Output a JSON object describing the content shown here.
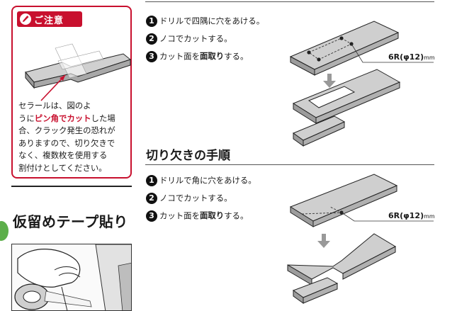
{
  "caution": {
    "title": "ご注意",
    "text_1": "セラールは、図のよ",
    "text_2a": "うに",
    "text_2b": "ピン角でカット",
    "text_2c": "した場",
    "text_3": "合、クラック発生の恐れが",
    "text_4": "ありますので、切り欠きで",
    "text_5": "なく、複数枚を使用する",
    "text_6": "割付けとしてください。"
  },
  "tape_section": {
    "heading": "仮留めテープ貼り"
  },
  "hole_section": {
    "steps": [
      {
        "num": "1",
        "text": "ドリルで四隅に穴をあける。"
      },
      {
        "num": "2",
        "text": "ノコでカットする。"
      },
      {
        "num": "3",
        "text_a": "カット面を",
        "text_b": "面取り",
        "text_c": "する。"
      }
    ],
    "dim_label": "6R",
    "dim_detail": "(φ12)",
    "dim_unit": "mm"
  },
  "notch_section": {
    "heading": "切り欠きの手順",
    "steps": [
      {
        "num": "1",
        "text": "ドリルで角に穴をあける。"
      },
      {
        "num": "2",
        "text": "ノコでカットする。"
      },
      {
        "num": "3",
        "text_a": "カット面を",
        "text_b": "面取り",
        "text_c": "する。"
      }
    ],
    "dim_label": "6R",
    "dim_detail": "(φ12)",
    "dim_unit": "mm"
  },
  "colors": {
    "caution_red": "#c8102e",
    "panel_gray": "#c9c9c9",
    "marker_green": "#5cae4a"
  }
}
